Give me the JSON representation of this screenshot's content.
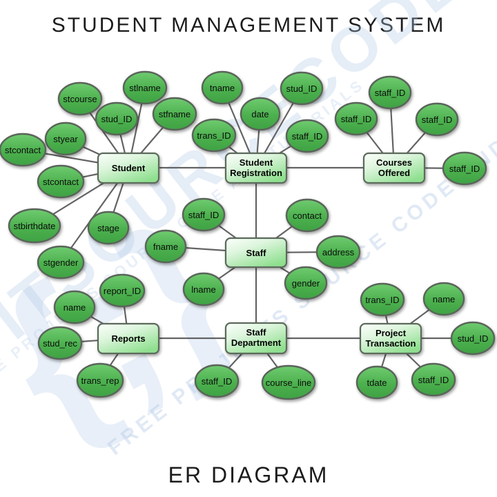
{
  "title": "STUDENT MANAGEMENT SYSTEM",
  "footer": "ER DIAGRAM",
  "watermark": {
    "brand": "ITSOURCECODE",
    "tagline": "FREE PROJECTS SOURCE CODE AND TUTORIALS",
    "logo_glyph": "{;}"
  },
  "colors": {
    "ellipse_fill_top": "#6fcb6f",
    "ellipse_fill_bottom": "#3fa243",
    "entity_fill_light": "#ffffff",
    "entity_fill_green": "#8fdf8f",
    "shape_border": "#5a645a",
    "connector_line": "#636363",
    "watermark_blue": "#b9cbe4"
  },
  "diagram": {
    "entities": [
      {
        "name": "Student",
        "label_lines": [
          "Student"
        ],
        "attributes": [
          "stcourse",
          "stlname",
          "stud_ID",
          "stfname",
          "styear",
          "stcontact",
          "stcontact",
          "stbirthdate",
          "stgender",
          "stage"
        ]
      },
      {
        "name": "Student Registration",
        "label_lines": [
          "Student",
          "Registration"
        ],
        "attributes": [
          "tname",
          "date",
          "stud_ID",
          "trans_ID",
          "staff_ID"
        ]
      },
      {
        "name": "Courses Offered",
        "label_lines": [
          "Courses",
          "Offered"
        ],
        "attributes": [
          "staff_ID",
          "staff_ID",
          "staff_ID",
          "staff_ID"
        ]
      },
      {
        "name": "Staff",
        "label_lines": [
          "Staff"
        ],
        "attributes": [
          "staff_ID",
          "contact",
          "fname",
          "address",
          "lname",
          "gender"
        ]
      },
      {
        "name": "Reports",
        "label_lines": [
          "Reports"
        ],
        "attributes": [
          "report_ID",
          "name",
          "stud_rec",
          "trans_rep"
        ]
      },
      {
        "name": "Staff Department",
        "label_lines": [
          "Staff",
          "Department"
        ],
        "attributes": [
          "staff_ID",
          "course_line"
        ]
      },
      {
        "name": "Project Transaction",
        "label_lines": [
          "Project",
          "Transaction"
        ],
        "attributes": [
          "trans_ID",
          "name",
          "stud_ID",
          "tdate",
          "staff_ID"
        ]
      }
    ],
    "relationships": [
      "Student — Student Registration",
      "Student Registration — Courses Offered",
      "Student Registration — Staff",
      "Staff — Staff Department",
      "Reports — Staff Department",
      "Staff Department — Project Transaction"
    ]
  }
}
